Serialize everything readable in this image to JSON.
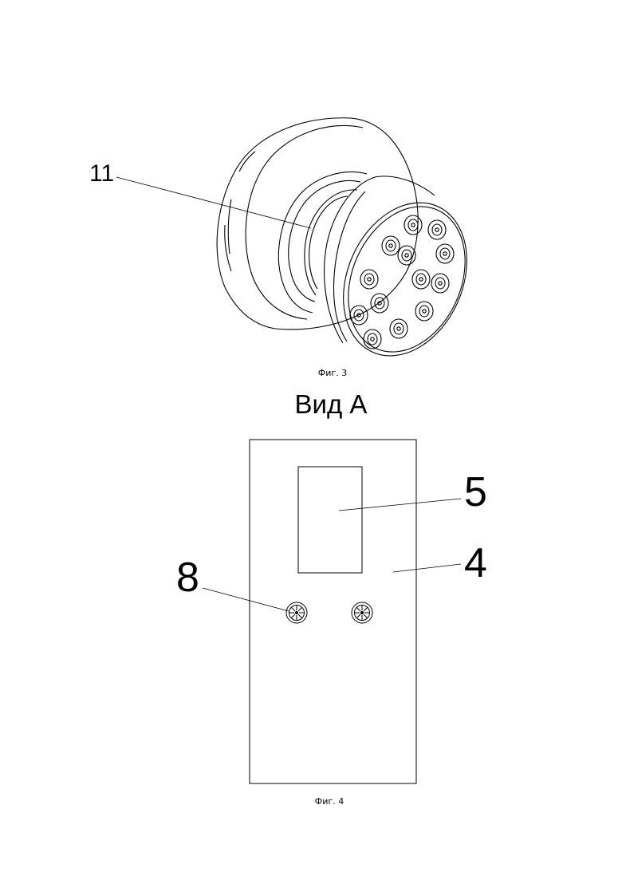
{
  "figure3": {
    "caption": "Фиг. 3",
    "callouts": [
      {
        "label": "11"
      }
    ]
  },
  "figure4": {
    "view_title": "Вид А",
    "caption": "Фиг. 4",
    "callouts": [
      {
        "label": "5"
      },
      {
        "label": "4"
      },
      {
        "label": "8"
      }
    ]
  },
  "colors": {
    "ink": "#000000",
    "paper": "#ffffff"
  }
}
